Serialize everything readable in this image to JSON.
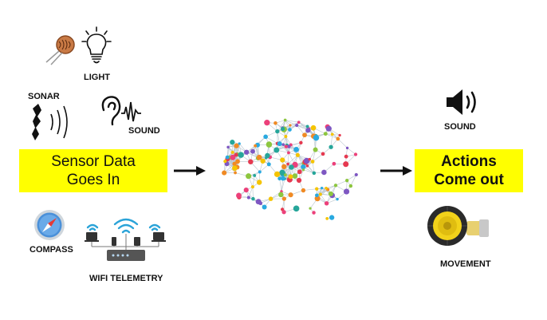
{
  "labels": {
    "light": "LIGHT",
    "sonar": "SONAR",
    "sound_in": "SOUND",
    "compass": "COMPASS",
    "wifi": "WIFI TELEMETRY",
    "sound_out": "SOUND",
    "movement": "MOVEMENT"
  },
  "input_box": {
    "line1": "Sensor Data",
    "line2": "Goes In"
  },
  "output_box": {
    "line1": "Actions",
    "line2": "Come out"
  },
  "colors": {
    "box_fill": "#ffff00",
    "text": "#111111"
  },
  "icons": {
    "light": [
      "photoresistor-icon",
      "light-bulb-icon"
    ],
    "sonar": "sonar-wave-icon",
    "sound_in": "ear-sound-icon",
    "compass": "compass-icon",
    "wifi": "wifi-network-icon",
    "brain": "neural-network-brain-icon",
    "sound_out": "speaker-icon",
    "movement": "motor-wheel-icon"
  }
}
